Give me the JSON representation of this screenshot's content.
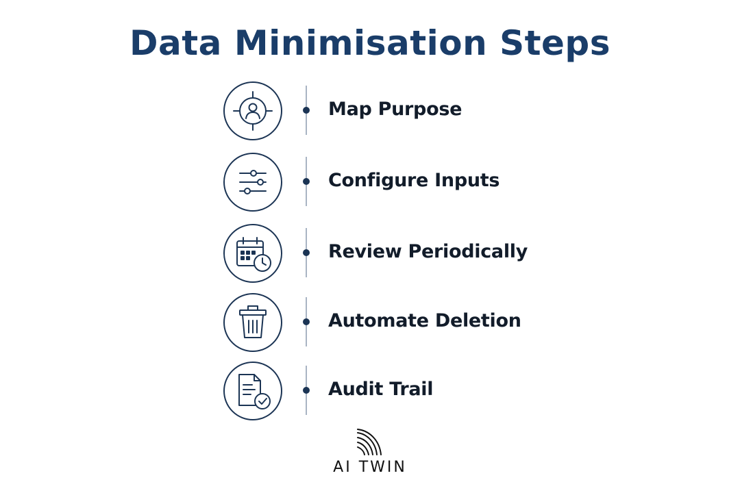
{
  "title": "Data Minimisation Steps",
  "colors": {
    "title": "#1a3d69",
    "icon_stroke": "#1b3454",
    "divider": "#a8b4c3"
  },
  "steps": [
    {
      "label": "Map Purpose",
      "icon": "target-person-icon"
    },
    {
      "label": "Configure Inputs",
      "icon": "sliders-icon"
    },
    {
      "label": "Review Periodically",
      "icon": "calendar-clock-icon"
    },
    {
      "label": "Automate Deletion",
      "icon": "trash-icon"
    },
    {
      "label": "Audit Trail",
      "icon": "document-check-icon"
    }
  ],
  "logo": {
    "text": "AI TWIN",
    "icon": "signal-arcs-icon"
  }
}
